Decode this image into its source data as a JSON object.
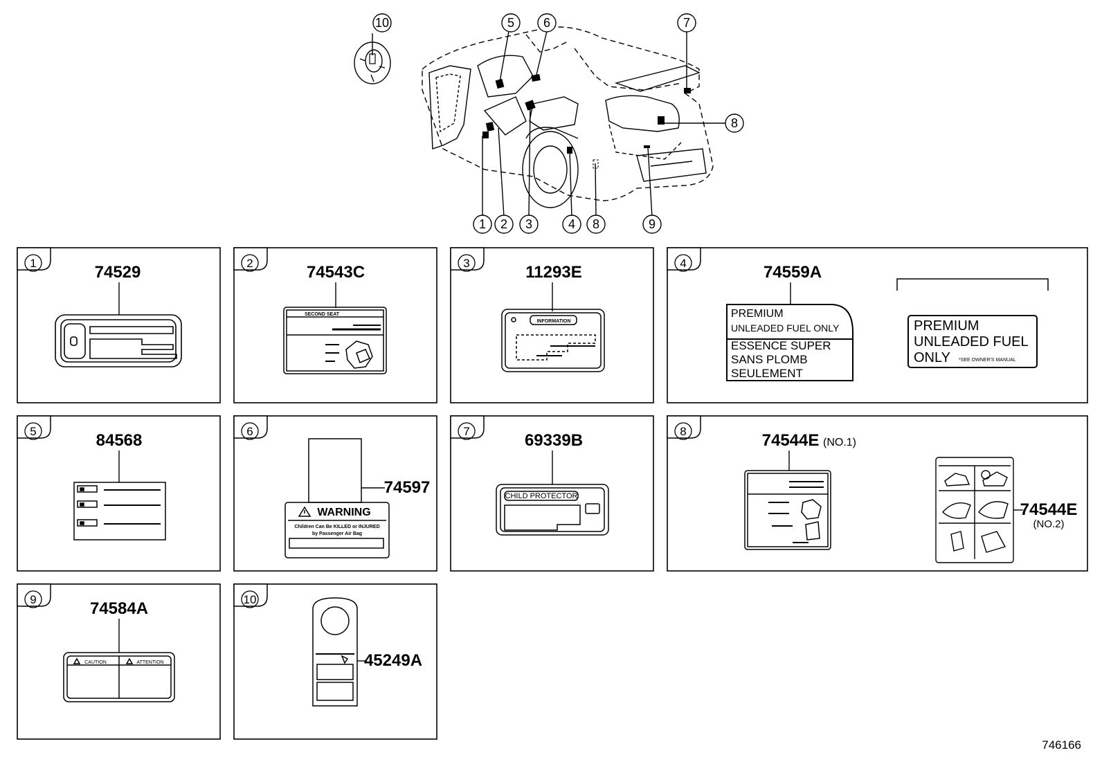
{
  "figure": {
    "id": "746166"
  },
  "overview": {
    "callouts": [
      "10",
      "5",
      "6",
      "7",
      "8",
      "1",
      "2",
      "3",
      "4",
      "8",
      "9"
    ]
  },
  "panels": [
    {
      "num": "1",
      "part": "74529"
    },
    {
      "num": "2",
      "part": "74543C",
      "label_text": "SECOND SEAT"
    },
    {
      "num": "3",
      "part": "11293E",
      "label_text": "INFORMATION"
    },
    {
      "num": "4",
      "part": "74559A",
      "label_a": [
        "PREMIUM",
        "UNLEADED FUEL ONLY",
        "ESSENCE SUPER",
        "SANS PLOMB",
        "SEULEMENT"
      ],
      "label_b": [
        "PREMIUM",
        "UNLEADED FUEL",
        "ONLY",
        "*SEE OWNER'S MANUAL"
      ]
    },
    {
      "num": "5",
      "part": "84568"
    },
    {
      "num": "6",
      "part": "74597",
      "label_title": "WARNING",
      "label_line1": "Children Can Be KILLED or INJURED",
      "label_line2": "by Passenger Air Bag"
    },
    {
      "num": "7",
      "part": "69339B",
      "label_text": "CHILD PROTECTOR"
    },
    {
      "num": "8",
      "part_a": "74544E",
      "part_a_note": "(NO.1)",
      "part_b": "74544E",
      "part_b_note": "(NO.2)"
    },
    {
      "num": "9",
      "part": "74584A",
      "label_left": "CAUTION",
      "label_right": "ATTENTION"
    },
    {
      "num": "10",
      "part": "45249A"
    }
  ]
}
